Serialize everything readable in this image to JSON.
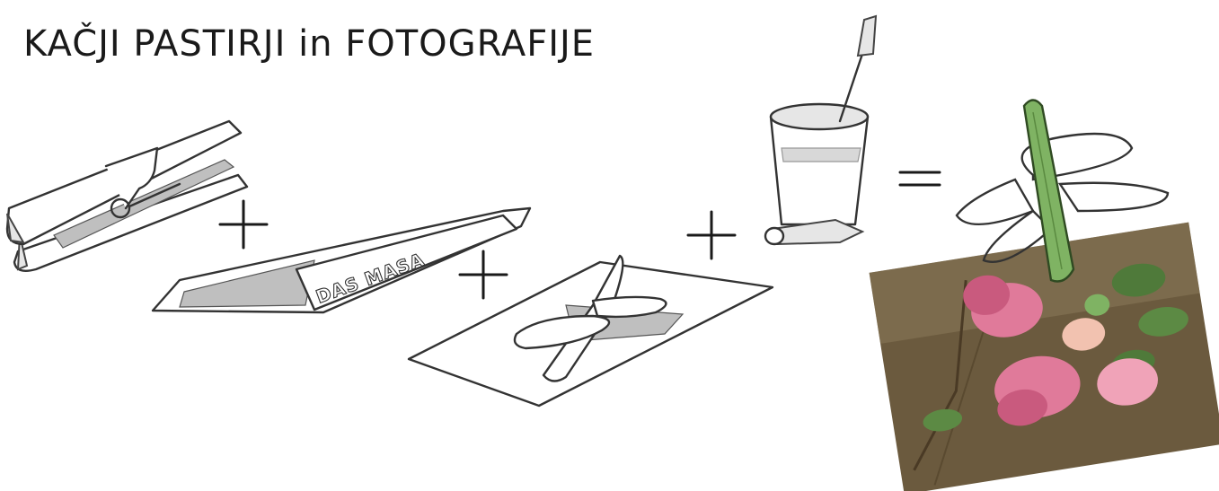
{
  "title": "KAČJI PASTIRJI in FOTOGRAFIJE",
  "items": {
    "plasticine_label": "DAS MASA"
  },
  "operators": {
    "plus": "+",
    "equals": "="
  },
  "colors": {
    "pencil_shading": "#bfbfbf",
    "green_body": "#7fb363",
    "photo_ground": "#6b5a3e",
    "flower_pink": "#e07a9a",
    "leaf_green": "#4f7a3a"
  },
  "icons": [
    "clothespin-icon",
    "plasticine-package-icon",
    "paper-dragonfly-template-icon",
    "glue-cup-with-brush-icon",
    "glue-tube-icon",
    "dragonfly-icon",
    "flower-photo"
  ]
}
